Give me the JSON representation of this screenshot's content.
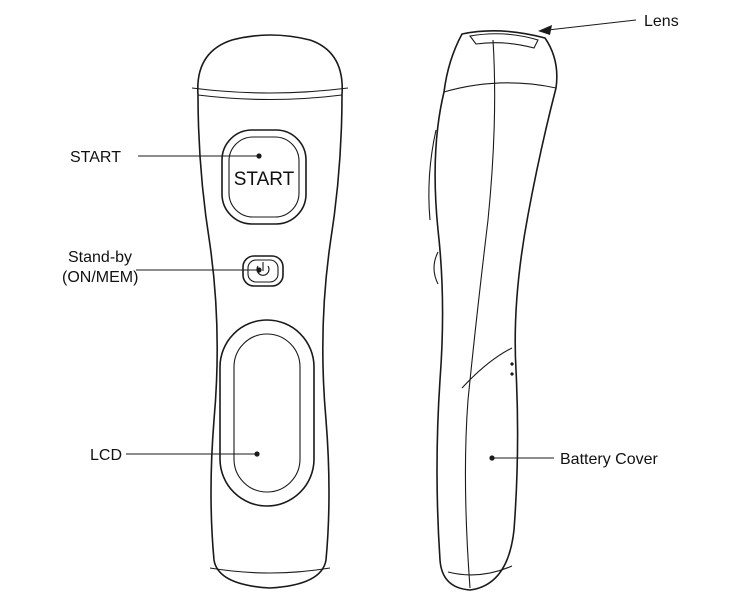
{
  "labels": {
    "start": "START",
    "standby_line1": "Stand-by",
    "standby_line2": "(ON/MEM)",
    "lcd": "LCD",
    "lens": "Lens",
    "battery_cover": "Battery Cover"
  },
  "device": {
    "start_button_text": "START"
  }
}
